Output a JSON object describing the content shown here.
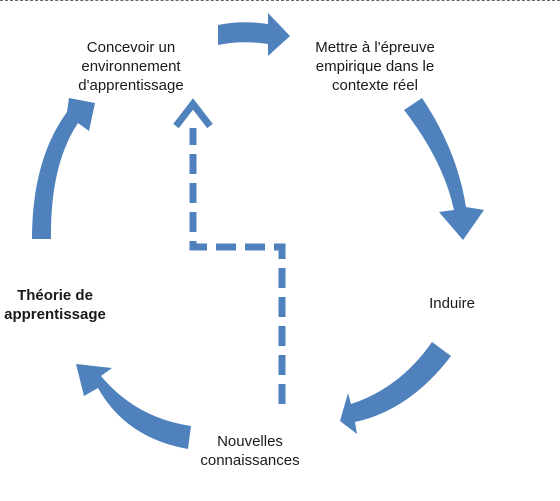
{
  "diagram": {
    "accent_color": "#4f81bd",
    "nodes": {
      "concevoir": "Concevoir un\nenvironnement\nd'apprentissage",
      "mettre": "Mettre à l'épreuve\nempirique  dans le\ncontexte réel",
      "induire": "Induire",
      "nouvelles": "Nouvelles\nconnaissances",
      "theorie": "Théorie de\napprentissage"
    }
  }
}
